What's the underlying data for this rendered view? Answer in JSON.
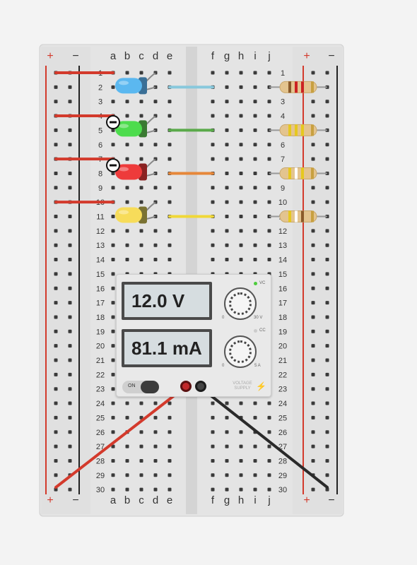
{
  "board": {
    "columns_left": [
      "a",
      "b",
      "c",
      "d",
      "e"
    ],
    "columns_right": [
      "f",
      "g",
      "h",
      "i",
      "j"
    ],
    "rail_plus": "+",
    "rail_minus": "−",
    "row_count": 30
  },
  "leds": [
    {
      "row": 2,
      "color": "#5bb8f0",
      "dark": "#3a6f96",
      "name": "blue"
    },
    {
      "row": 5,
      "color": "#4ddc4d",
      "dark": "#3a7a32",
      "name": "green"
    },
    {
      "row": 8,
      "color": "#ee3b3b",
      "dark": "#8a2222",
      "name": "red"
    },
    {
      "row": 11,
      "color": "#f7dc5a",
      "dark": "#7a7232",
      "name": "yellow"
    }
  ],
  "jumpers": [
    {
      "row": 2,
      "color": "#88c8dc"
    },
    {
      "row": 5,
      "color": "#5aaa4a"
    },
    {
      "row": 8,
      "color": "#e6873a"
    },
    {
      "row": 11,
      "color": "#f0d838"
    }
  ],
  "rail_wires_rows": [
    1,
    4,
    7,
    10
  ],
  "resistors": [
    {
      "row": 2,
      "bands": [
        "#8a5a2a",
        "#cc2222",
        "#cc2222",
        "#c8a040"
      ]
    },
    {
      "row": 5,
      "bands": [
        "#e6c81e",
        "#e6c81e",
        "#e6c81e",
        "#c8a040"
      ]
    },
    {
      "row": 8,
      "bands": [
        "#e6c81e",
        "#ffffff",
        "#e6c81e",
        "#c8a040"
      ]
    },
    {
      "row": 11,
      "bands": [
        "#e6c81e",
        "#ffffff",
        "#8a5a2a",
        "#c8a040"
      ]
    }
  ],
  "power_supply": {
    "voltage_display": "12.0 V",
    "current_display": "81.1 mA",
    "mode_cv": "VC",
    "mode_cc": "CC",
    "v_min": "0",
    "v_max": "30 V",
    "a_min": "0",
    "a_max": "5 A",
    "switch_label": "ON",
    "brand_line1": "VOLTAGE",
    "brand_line2": "SUPPLY",
    "cv_led_color": "#4ccc3c",
    "cc_led_color": "#cccccc"
  },
  "colors": {
    "rail_red": "#d33a2c",
    "rail_black": "#222222",
    "wire_red": "#d33a2c",
    "wire_black": "#2a2a2a"
  }
}
